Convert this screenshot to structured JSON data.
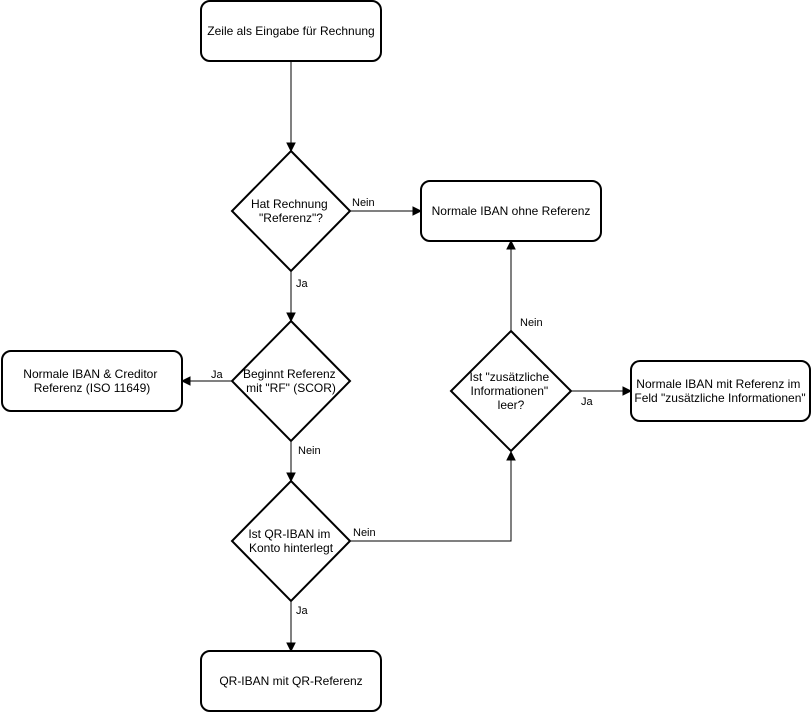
{
  "nodes": {
    "start": {
      "lines": [
        "Zeile als Eingabe für Rechnung"
      ]
    },
    "hat_referenz": {
      "lines": [
        "Hat Rechnung",
        "\"Referenz\"?"
      ]
    },
    "normale_iban_ohne": {
      "lines": [
        "Normale IBAN ohne Referenz"
      ]
    },
    "beginnt_rf": {
      "lines": [
        "Beginnt Referenz",
        "mit \"RF\" (SCOR)"
      ]
    },
    "creditor_referenz": {
      "lines": [
        "Normale IBAN & Creditor",
        "Referenz (ISO 11649)"
      ]
    },
    "qr_iban_hinterlegt": {
      "lines": [
        "Ist QR-IBAN im",
        "Konto hinterlegt"
      ]
    },
    "qr_iban_referenz": {
      "lines": [
        "QR-IBAN mit QR-Referenz"
      ]
    },
    "zusaetzliche_leer": {
      "lines": [
        "Ist \"zusätzliche",
        "Informationen\"",
        "leer?"
      ]
    },
    "normale_iban_mit": {
      "lines": [
        "Normale IBAN mit Referenz im",
        "Feld \"zusätzliche Informationen\""
      ]
    }
  },
  "edges": {
    "hat_nein": "Nein",
    "hat_ja": "Ja",
    "rf_ja": "Ja",
    "rf_nein": "Nein",
    "qr_nein": "Nein",
    "qr_ja": "Ja",
    "zus_nein": "Nein",
    "zus_ja": "Ja"
  }
}
